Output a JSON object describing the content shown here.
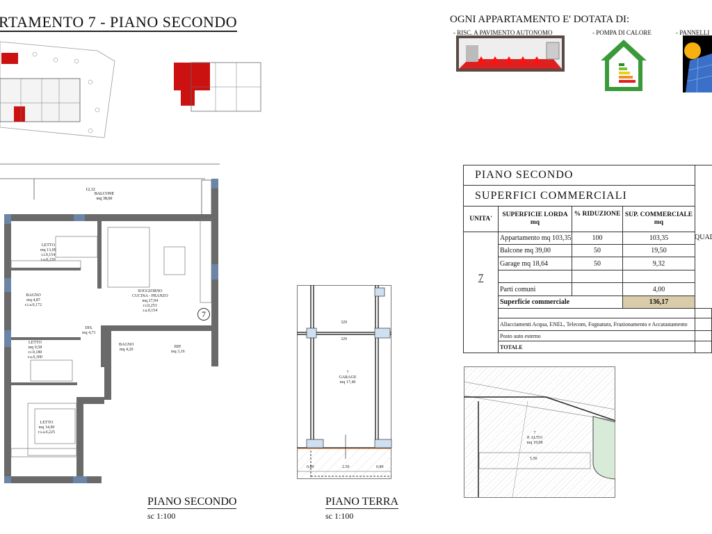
{
  "header": {
    "title": "RTAMENTO 7 -  PIANO  SECONDO"
  },
  "equipment": {
    "heading": "OGNI  APPARTAMENTO  E' DOTATA DI:",
    "items": [
      {
        "label": "- RISC. A PAVIMENTO AUTONOMO",
        "icon": "underfloor-heating-icon"
      },
      {
        "label": "- POMPA DI CALORE",
        "icon": "energy-house-icon"
      },
      {
        "label": "- PANNELLI",
        "icon": "solar-panel-icon"
      }
    ]
  },
  "table": {
    "title": "PIANO   SECONDO",
    "subtitle": "SUPERFICI  COMMERCIALI",
    "headers": {
      "unit": "UNITA'",
      "gross": "SUPERFICIE LORDA",
      "gross_unit": "mq",
      "reduction": "% RIDUZIONE",
      "commercial": "SUP. COMMERCIALE",
      "commercial_unit": "mq"
    },
    "unit": "7",
    "side_label": "QUAD",
    "rows": [
      {
        "gross": "Appartamento mq 103,35",
        "reduction": "100",
        "commercial": "103,35"
      },
      {
        "gross": "Balcone mq 39,00",
        "reduction": "50",
        "commercial": "19,50"
      },
      {
        "gross": "Garage mq 18,64",
        "reduction": "50",
        "commercial": "9,32"
      },
      {
        "gross": "",
        "reduction": "",
        "commercial": ""
      },
      {
        "gross": "Parti comuni",
        "reduction": "",
        "commercial": "4,00"
      }
    ],
    "total_label": "Superficie commerciale",
    "total_value": "136,17",
    "total_highlight": "#d8ccaa",
    "extra": [
      "Allacciamenti  Acqua, ENEL, Telecom, Fognatura, Frazionamento e Accatastamento",
      "Posto auto esterno"
    ],
    "grand_total": "TOTALE"
  },
  "plan": {
    "balcony": {
      "name": "BALCONE",
      "area": "mq 38,60",
      "dim": "12,12"
    },
    "rooms": [
      {
        "name": "LETTO",
        "area": "mq 13,09",
        "ri": "r.i.0,154",
        "ra": "r.a.0,220"
      },
      {
        "name": "SOGGIORNO",
        "name2": "CUCINA - PRANZO",
        "area": "mq 27,94",
        "ri": "r.i.0,253",
        "ra": "r.a.0,154"
      },
      {
        "name": "BAGNO",
        "area": "mq 4,87",
        "ri": "r.i.a.0,172"
      },
      {
        "name": "DIS.",
        "area": "mq 4,71"
      },
      {
        "name": "LETTO",
        "area": "mq 9,58",
        "ri": "r.i.0,180",
        "ra": "r.a.0,300"
      },
      {
        "name": "BAGNO",
        "area": "mq 4,20"
      },
      {
        "name": "RIP.",
        "area": "mq 3,16"
      },
      {
        "name": "LETTO",
        "area": "mq 14,90",
        "ra": "r.i.a.0,225"
      }
    ],
    "unit_number": "7",
    "label": "PIANO SECONDO",
    "scale": "sc 1:100"
  },
  "garage": {
    "unit": "7",
    "name": "GARAGE",
    "area": "mq 17,40",
    "dims": [
      "329",
      "329",
      "0.89",
      "2.50",
      "0.89"
    ],
    "label": "PIANO  TERRA",
    "scale": "sc 1:100"
  },
  "parking": {
    "unit": "7",
    "name": "P. AUTO",
    "area": "mq 19,08",
    "dim": "5.50"
  },
  "colors": {
    "unit_highlight": "#cc1111",
    "wall": "#666666",
    "window": "#6a85a6",
    "heating": "#e01010",
    "house": "#3a9a3a"
  }
}
